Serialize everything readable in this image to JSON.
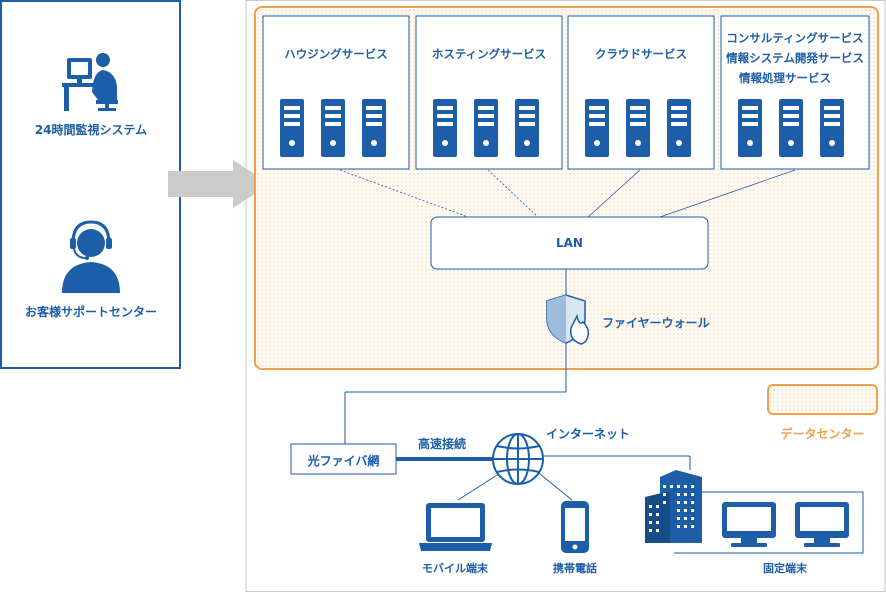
{
  "left_panel": {
    "monitoring_label": "24時間監視システム",
    "support_label": "お客様サポートセンター"
  },
  "services": [
    {
      "lines": [
        "ハウジングサービス"
      ]
    },
    {
      "lines": [
        "ホスティングサービス"
      ]
    },
    {
      "lines": [
        "クラウドサービス"
      ]
    },
    {
      "lines": [
        "コンサルティングサービス",
        "情報システム開発サービス",
        "情報処理サービス"
      ]
    }
  ],
  "lan_label": "LAN",
  "firewall_label": "ファイヤーウォール",
  "internet_label": "インターネット",
  "fiber_label": "光ファイバ網",
  "highspeed_label": "高速接続",
  "legend_label": "データセンター",
  "mobile_label": "モバイル端末",
  "phone_label": "携帯電話",
  "fixed_label": "固定端末",
  "colors": {
    "blue": "#1d5ea8",
    "orange": "#f0a04b",
    "gray_arrow": "#cccccc"
  }
}
